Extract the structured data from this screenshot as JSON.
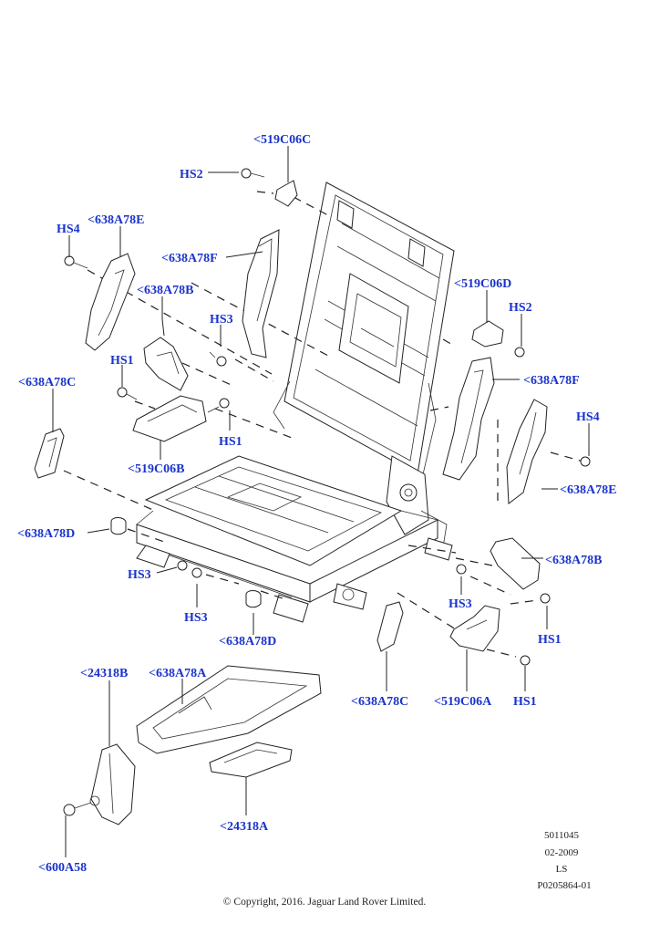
{
  "labels": {
    "c519c06c": "<519C06C",
    "hs2_top": "HS2",
    "hs4_left": "HS4",
    "a638a78e_left": "<638A78E",
    "a638a78f_left": "<638A78F",
    "a638a78b_left": "<638A78B",
    "hs3_top": "HS3",
    "hs1_left": "HS1",
    "a638a78c_left": "<638A78C",
    "hs1_mid": "HS1",
    "c519c06b": "<519C06B",
    "a638a78d_left": "<638A78D",
    "hs3_a": "HS3",
    "hs3_b": "HS3",
    "a638a78d_mid": "<638A78D",
    "c519c06d": "<519C06D",
    "hs2_right": "HS2",
    "a638a78f_right": "<638A78F",
    "hs4_right": "HS4",
    "a638a78e_right": "<638A78E",
    "a638a78b_right": "<638A78B",
    "hs3_right": "HS3",
    "hs1_right_a": "HS1",
    "a638a78c_right": "<638A78C",
    "c519c06a": "<519C06A",
    "hs1_right_b": "HS1",
    "b24318b": "<24318B",
    "a638a78a": "<638A78A",
    "b24318a": "<24318A",
    "c600a58": "<600A58"
  },
  "meta": {
    "code": "5011045",
    "date": "02-2009",
    "variant": "LS",
    "ref": "P0205864-01"
  },
  "copyright": "© Copyright, 2016. Jaguar Land Rover Limited."
}
